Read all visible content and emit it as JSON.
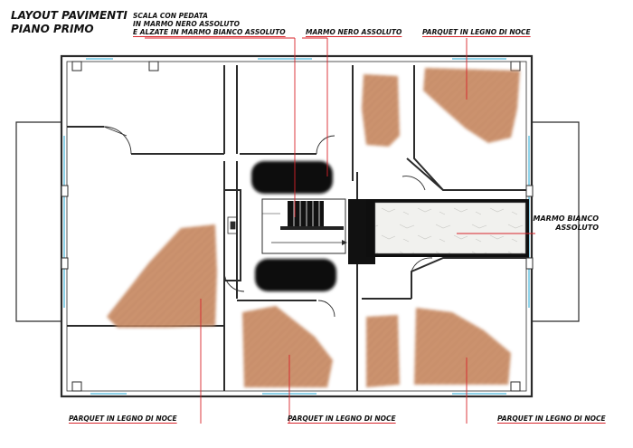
{
  "title": {
    "line1": "LAYOUT PAVIMENTI",
    "line2": "PIANO PRIMO"
  },
  "labels": {
    "stair_line1": "SCALA CON PEDATA",
    "stair_line2": "IN MARMO NERO ASSOLUTO",
    "stair_line3": "E ALZATE IN MARMO BIANCO ASSOLUTO",
    "marmo_nero": "MARMO NERO ASSOLUTO",
    "parquet_top": "PARQUET IN LEGNO DI NOCE",
    "marmo_bianco_line1": "MARMO BIANCO",
    "marmo_bianco_line2": "ASSOLUTO",
    "parquet_bottom_left": "PARQUET IN LEGNO DI NOCE",
    "parquet_bottom_mid": "PARQUET IN LEGNO DI NOCE",
    "parquet_bottom_right": "PARQUET IN LEGNO DI NOCE"
  },
  "colors": {
    "wall": "#2b2b2b",
    "leader": "#d8232a",
    "parquet": "#c98b63",
    "marmo_nero": "#111111",
    "marmo_bianco": "#f1f1ee",
    "glazing": "#8fd3ea"
  }
}
